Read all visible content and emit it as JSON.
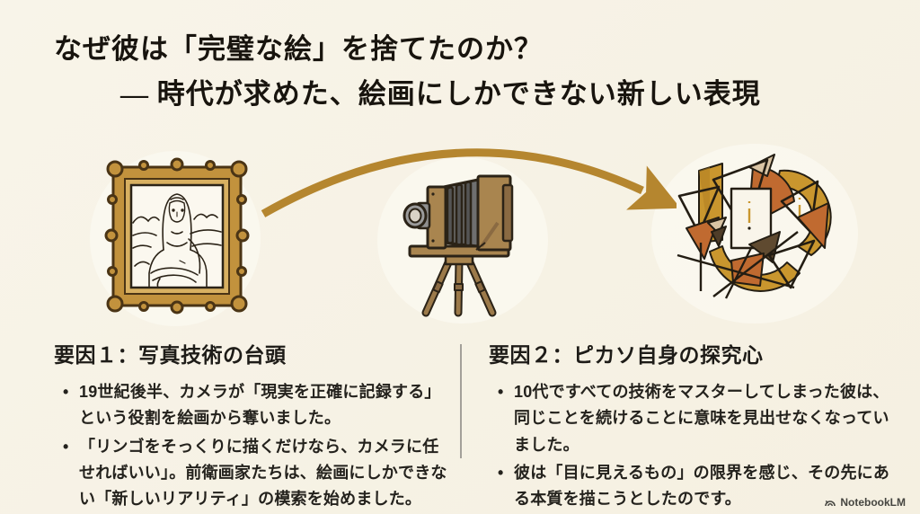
{
  "slide": {
    "title_line1": "なぜ彼は「完璧な絵」を捨てたのか？",
    "title_line2": "― 時代が求めた、絵画にしかできない新しい表現",
    "illustrations": [
      {
        "name": "mona-lisa-framed-painting",
        "meaning": "classical perfect painting"
      },
      {
        "name": "antique-bellows-camera-on-tripod",
        "meaning": "rise of photography"
      },
      {
        "name": "cubist-abstract-artwork",
        "meaning": "new pictorial expression"
      },
      {
        "name": "curved-arrow",
        "meaning": "transition from classical painting to cubism"
      }
    ],
    "columns": [
      {
        "heading": "要因１：写真技術の台頭",
        "bullets": [
          "19世紀後半、カメラが「現実を正確に記録する」という役割を絵画から奪いました。",
          "「リンゴをそっくりに描くだけなら、カメラに任せればいい」。前衛画家たちは、絵画にしかできない「新しいリアリティ」の模索を始めました。"
        ]
      },
      {
        "heading": "要因２：ピカソ自身の探究心",
        "bullets": [
          "10代ですべての技術をマスターしてしまった彼は、同じことを続けることに意味を見出せなくなっていました。",
          "彼は「目に見えるもの」の限界を感じ、その先にある本質を描こうとしたのです。"
        ]
      }
    ],
    "footer": {
      "brand": "NotebookLM"
    },
    "colors": {
      "background": "#f6f1e4",
      "title_text": "#18140e",
      "body_text": "#24221d",
      "divider": "#a3a099",
      "arrow_gold": "#b5862f",
      "frame_gold": "#c2923d",
      "camera_brown": "#a9854f",
      "bellows_gray": "#6f6f6f",
      "cubist_orange": "#c06a30",
      "cubist_gold": "#c9962e",
      "cubist_brown": "#5f4a30",
      "cubist_tan": "#d9c4a4",
      "outline_dark": "#2b2317"
    }
  }
}
